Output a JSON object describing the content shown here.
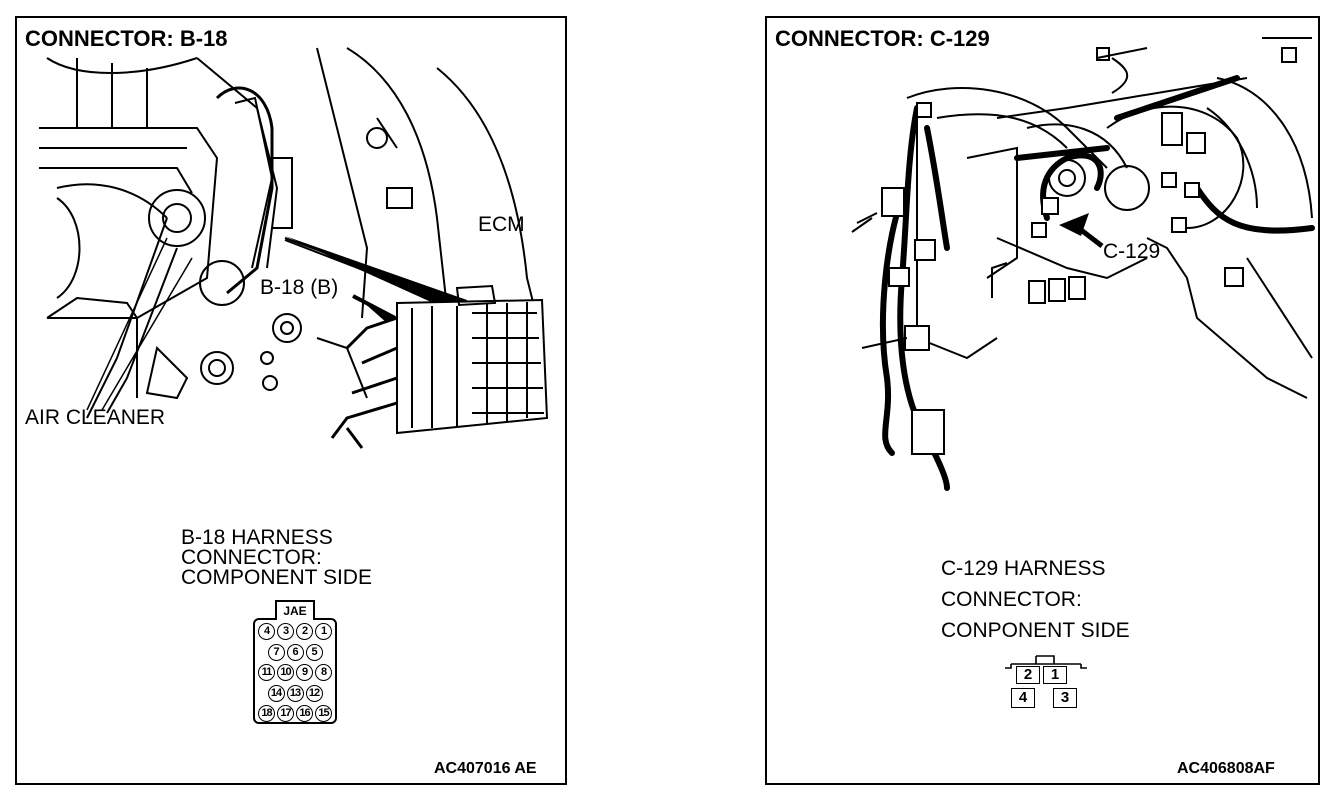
{
  "left": {
    "title": "CONNECTOR: B-18",
    "labels": {
      "ecm": "ECM",
      "connector_ref": "B-18 (B)",
      "air_cleaner": "AIR CLEANER"
    },
    "harness_desc": [
      "B-18 HARNESS",
      "CONNECTOR:",
      "COMPONENT SIDE"
    ],
    "connector_brand": "JAE",
    "pin_rows": [
      [
        "4",
        "3",
        "2",
        "1"
      ],
      [
        "7",
        "6",
        "5"
      ],
      [
        "11",
        "10",
        "9",
        "8"
      ],
      [
        "14",
        "13",
        "12"
      ],
      [
        "18",
        "17",
        "16",
        "15"
      ]
    ],
    "code": "AC407016 AE"
  },
  "right": {
    "title": "CONNECTOR: C-129",
    "labels": {
      "connector_ref": "C-129"
    },
    "harness_desc": [
      "C-129 HARNESS",
      "CONNECTOR:",
      "CONPONENT SIDE"
    ],
    "pins": [
      "2",
      "1",
      "4",
      "3"
    ],
    "code": "AC406808AF"
  }
}
